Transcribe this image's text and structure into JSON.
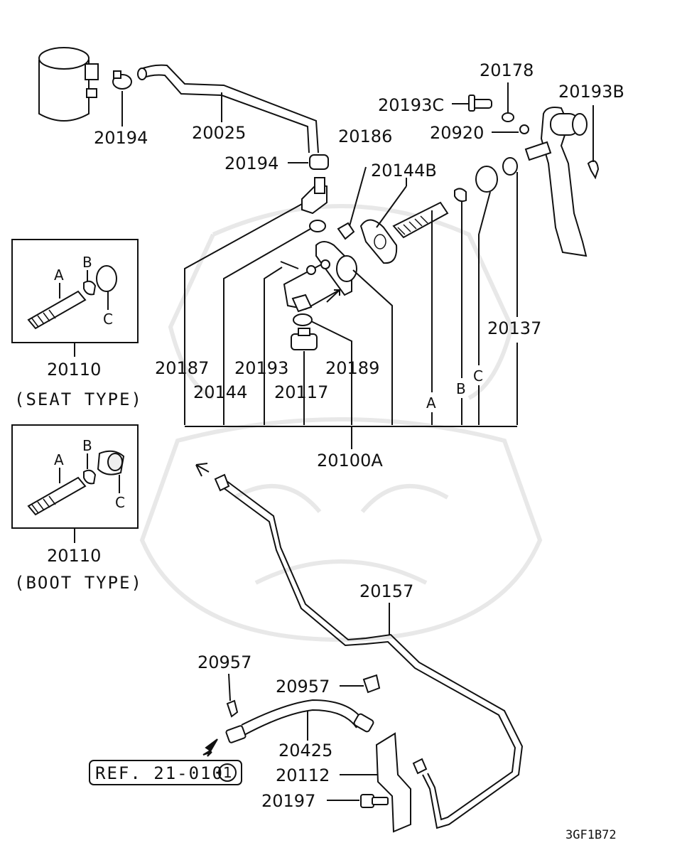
{
  "labels": {
    "p20194_a": "20194",
    "p20025": "20025",
    "p20194_b": "20194",
    "p20186": "20186",
    "p20144B": "20144B",
    "p20178": "20178",
    "p20193C": "20193C",
    "p20920": "20920",
    "p20193B": "20193B",
    "p20137": "20137",
    "p20187": "20187",
    "p20193": "20193",
    "p20189": "20189",
    "p20144": "20144",
    "p20117": "20117",
    "callA": "A",
    "callB": "B",
    "callC": "C",
    "p20100A": "20100A",
    "p20157": "20157",
    "p20957_a": "20957",
    "p20957_b": "20957",
    "p20425": "20425",
    "p20112": "20112",
    "p20197": "20197",
    "ref": "REF. 21-010",
    "ref_circle": "1",
    "diagram_code": "3GF1B72"
  },
  "insets": [
    {
      "code": "20110",
      "caption": "(SEAT TYPE)",
      "a": "A",
      "b": "B",
      "c": "C"
    },
    {
      "code": "20110",
      "caption": "(BOOT TYPE)",
      "a": "A",
      "b": "B",
      "c": "C"
    }
  ],
  "colors": {
    "line": "#111111",
    "watermark": "#e8e8e8",
    "background": "#ffffff"
  }
}
